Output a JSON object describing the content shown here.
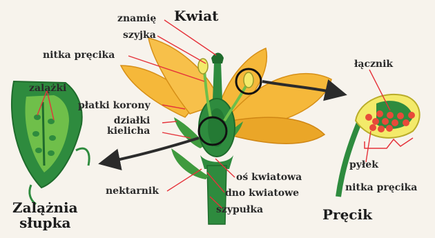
{
  "labels": {
    "znamie": "znamię",
    "kwiat": "Kwiat",
    "szyjka": "szyjka",
    "nitka_precika": "nitka pręcika",
    "zalazki": "zalążki",
    "platki_korony": "płatki korony",
    "dzialki_kielicha": "działki\nkielicha",
    "nektarnik": "nektarnik",
    "os_kwiatowa": "oś kwiatowa",
    "dno_kwiatowe": "dno kwiatowe",
    "szypulka": "szypułka",
    "zalazznia_slupka": "Zalążnia\nsłupka",
    "lacznik": "łącznik",
    "pylek": "pyłek",
    "nitka_precika_2": "nitka pręcika",
    "precik": "Pręcik"
  },
  "colors": {
    "petal": "#f5b83a",
    "petal_dark": "#e39a1f",
    "green": "#2e8b3e",
    "green_dark": "#1f6b2c",
    "green_light": "#6fbf4a",
    "pointer": "#e5323a",
    "arrow": "#2b2b2b",
    "pollen": "#e84a3a"
  }
}
